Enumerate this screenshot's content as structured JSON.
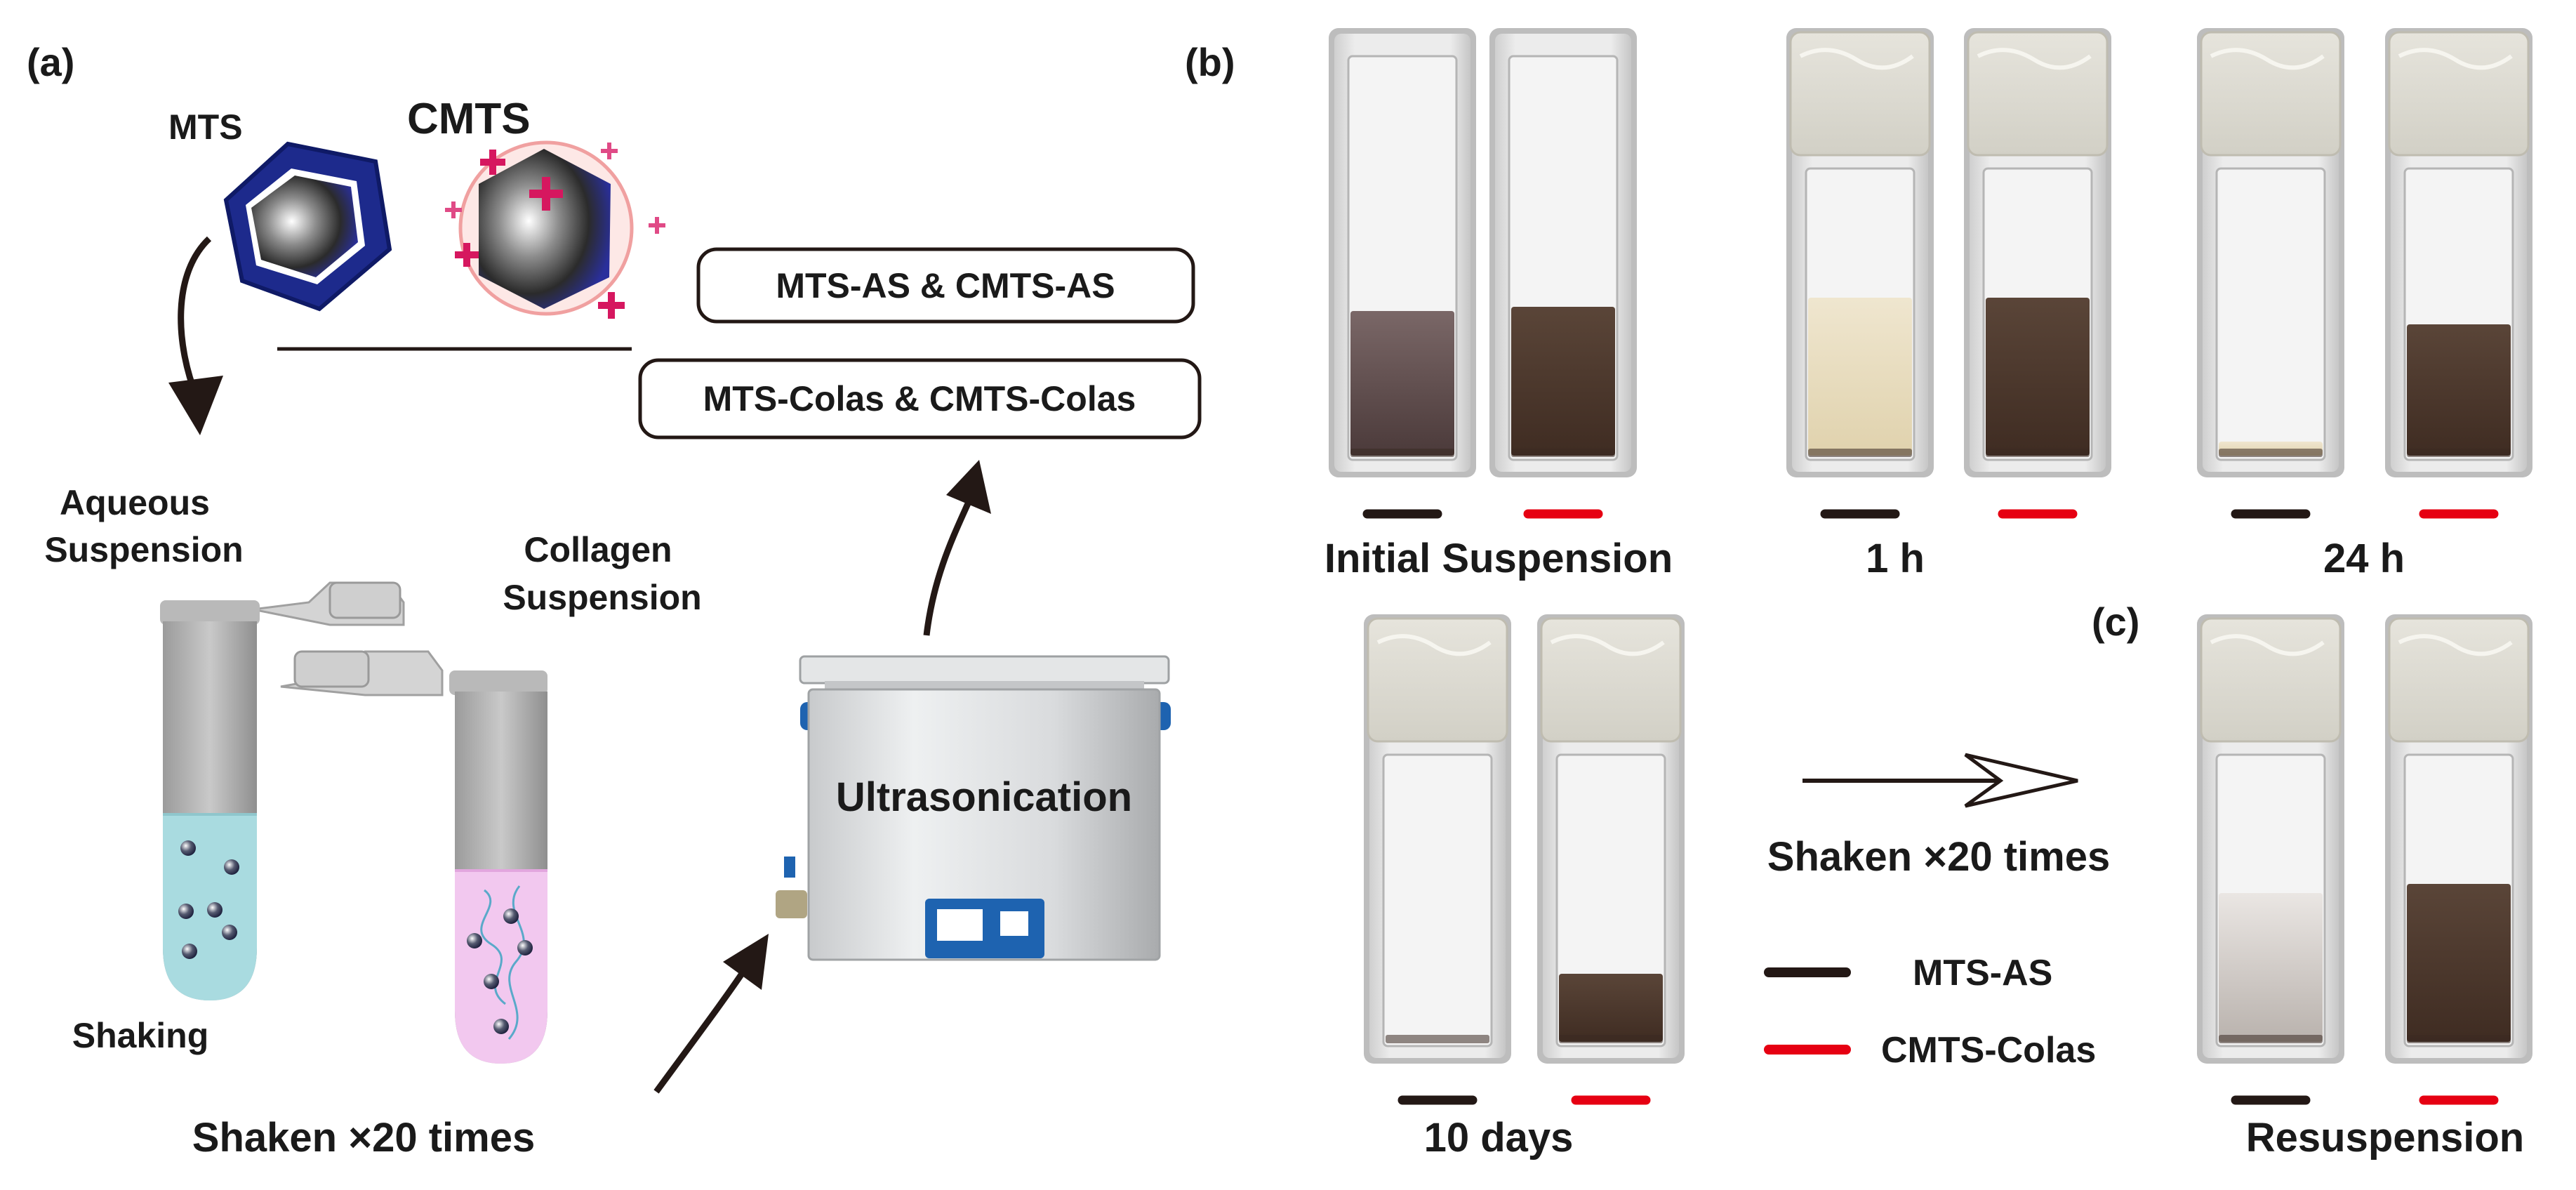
{
  "panel_a": {
    "label": "(a)",
    "particle_mts": "MTS",
    "particle_cmts": "CMTS",
    "box_top": "MTS-AS & CMTS-AS",
    "box_bottom": "MTS-Colas & CMTS-Colas",
    "tube_left_title": [
      "Aqueous",
      "Suspension"
    ],
    "tube_right_title": [
      "Collagen",
      "Suspension"
    ],
    "shaking": "Shaking",
    "shaken": "Shaken ×20 times",
    "ultrasonication": "Ultrasonication"
  },
  "panel_b": {
    "label": "(b)",
    "time_labels": [
      "Initial Suspension",
      "1 h",
      "24 h",
      "10 days"
    ]
  },
  "panel_c": {
    "label": "(c)",
    "arrow_text": "Shaken ×20 times",
    "resuspension": "Resuspension"
  },
  "legend": {
    "items": [
      {
        "label": "MTS-AS",
        "color": "#231815"
      },
      {
        "label": "CMTS-Colas",
        "color": "#e60012"
      }
    ]
  },
  "colors": {
    "mts_marker": "#231815",
    "cmts_marker": "#e60012",
    "plus_sign": "#d6175f",
    "mts_shell": "#1d2a8c",
    "aqueous_liquid": "#a9dbe0",
    "collagen_liquid": "#f2c8ef",
    "instrument_panel": "#1e63b0"
  }
}
